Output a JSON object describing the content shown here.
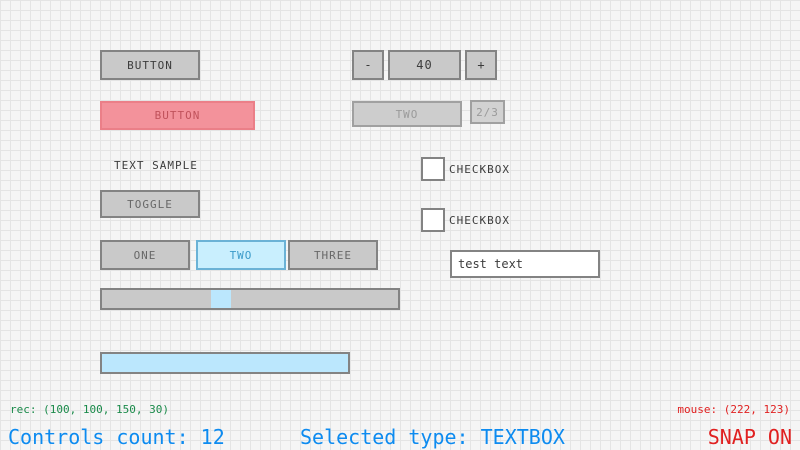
{
  "theme": {
    "background": "#f5f5f5",
    "grid_minor": "#e4e4e4",
    "grid_major": "#bdbdbd",
    "control_face": "#c9c9c9",
    "control_border": "#838383",
    "control_text": "#686868",
    "text_dark": "#3c3c3c",
    "selected_face": "#f3929b",
    "selected_border": "#eb7f88",
    "selected_text": "#c0525b",
    "active_face": "#c9effe",
    "active_border": "#6bb2d6",
    "active_text": "#3a9ac9",
    "progress_fill": "#bbe7fd",
    "status_blue": "#0d8bf0",
    "status_red": "#e02020",
    "status_green": "#1a8a4a"
  },
  "controls": {
    "button_normal": {
      "label": "BUTTON"
    },
    "button_selected": {
      "label": "BUTTON"
    },
    "text_sample": {
      "label": "TEXT SAMPLE"
    },
    "toggle": {
      "label": "TOGGLE"
    },
    "toggle_group": {
      "options": [
        "ONE",
        "TWO",
        "THREE"
      ],
      "selected_index": 1
    },
    "slider": {
      "value_percent": 39
    },
    "progress_bar": {
      "value_percent": 100
    },
    "spinner": {
      "decrement_label": "-",
      "value": "40",
      "increment_label": "+"
    },
    "dropdown": {
      "selected": "TWO"
    },
    "list_badge": {
      "label": "2/3"
    },
    "checkboxes": [
      {
        "label": "CHECKBOX",
        "checked": false
      },
      {
        "label": "CHECKBOX",
        "checked": false
      }
    ],
    "textbox": {
      "value": "test text"
    }
  },
  "status": {
    "rec": "rec: (100, 100, 150, 30)",
    "mouse": "mouse: (222, 123)",
    "controls_count": "Controls count: 12",
    "selected_type": "Selected type: TEXTBOX",
    "snap": "SNAP ON"
  }
}
